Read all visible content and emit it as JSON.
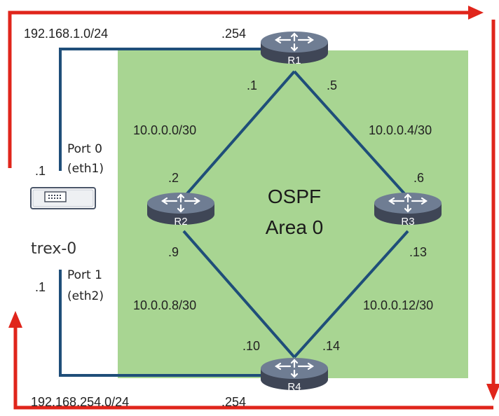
{
  "colors": {
    "area_fill": "#a8d592",
    "link": "#1f4e79",
    "traffic_arrow": "#e0251b",
    "router_body": "#3f4656",
    "router_top": "#6f7d93"
  },
  "area": {
    "line1": "OSPF",
    "line2": "Area 0"
  },
  "routers": [
    {
      "id": "R1",
      "label": "R1",
      "icon": "router-icon"
    },
    {
      "id": "R2",
      "label": "R2",
      "icon": "router-icon"
    },
    {
      "id": "R3",
      "label": "R3",
      "icon": "router-icon"
    },
    {
      "id": "R4",
      "label": "R4",
      "icon": "router-icon"
    }
  ],
  "trex": {
    "name": "trex-0",
    "icon": "traffic-generator-icon",
    "port0": {
      "line1": "Port 0",
      "line2": "(eth1)",
      "addr": ".1"
    },
    "port1": {
      "line1": "Port 1",
      "line2": "(eth2)",
      "addr": ".1"
    }
  },
  "networks": {
    "top_lan": "192.168.1.0/24",
    "bottom_lan": "192.168.254.0/24",
    "r1_r2": "10.0.0.0/30",
    "r1_r3": "10.0.0.4/30",
    "r2_r4": "10.0.0.8/30",
    "r3_r4": "10.0.0.12/30"
  },
  "addresses": {
    "r1_lan": ".254",
    "r1_to_r2": ".1",
    "r1_to_r3": ".5",
    "r2_to_r1": ".2",
    "r3_to_r1": ".6",
    "r2_to_r4": ".9",
    "r3_to_r4": ".13",
    "r4_to_r2": ".10",
    "r4_to_r3": ".14",
    "r4_lan": ".254"
  }
}
